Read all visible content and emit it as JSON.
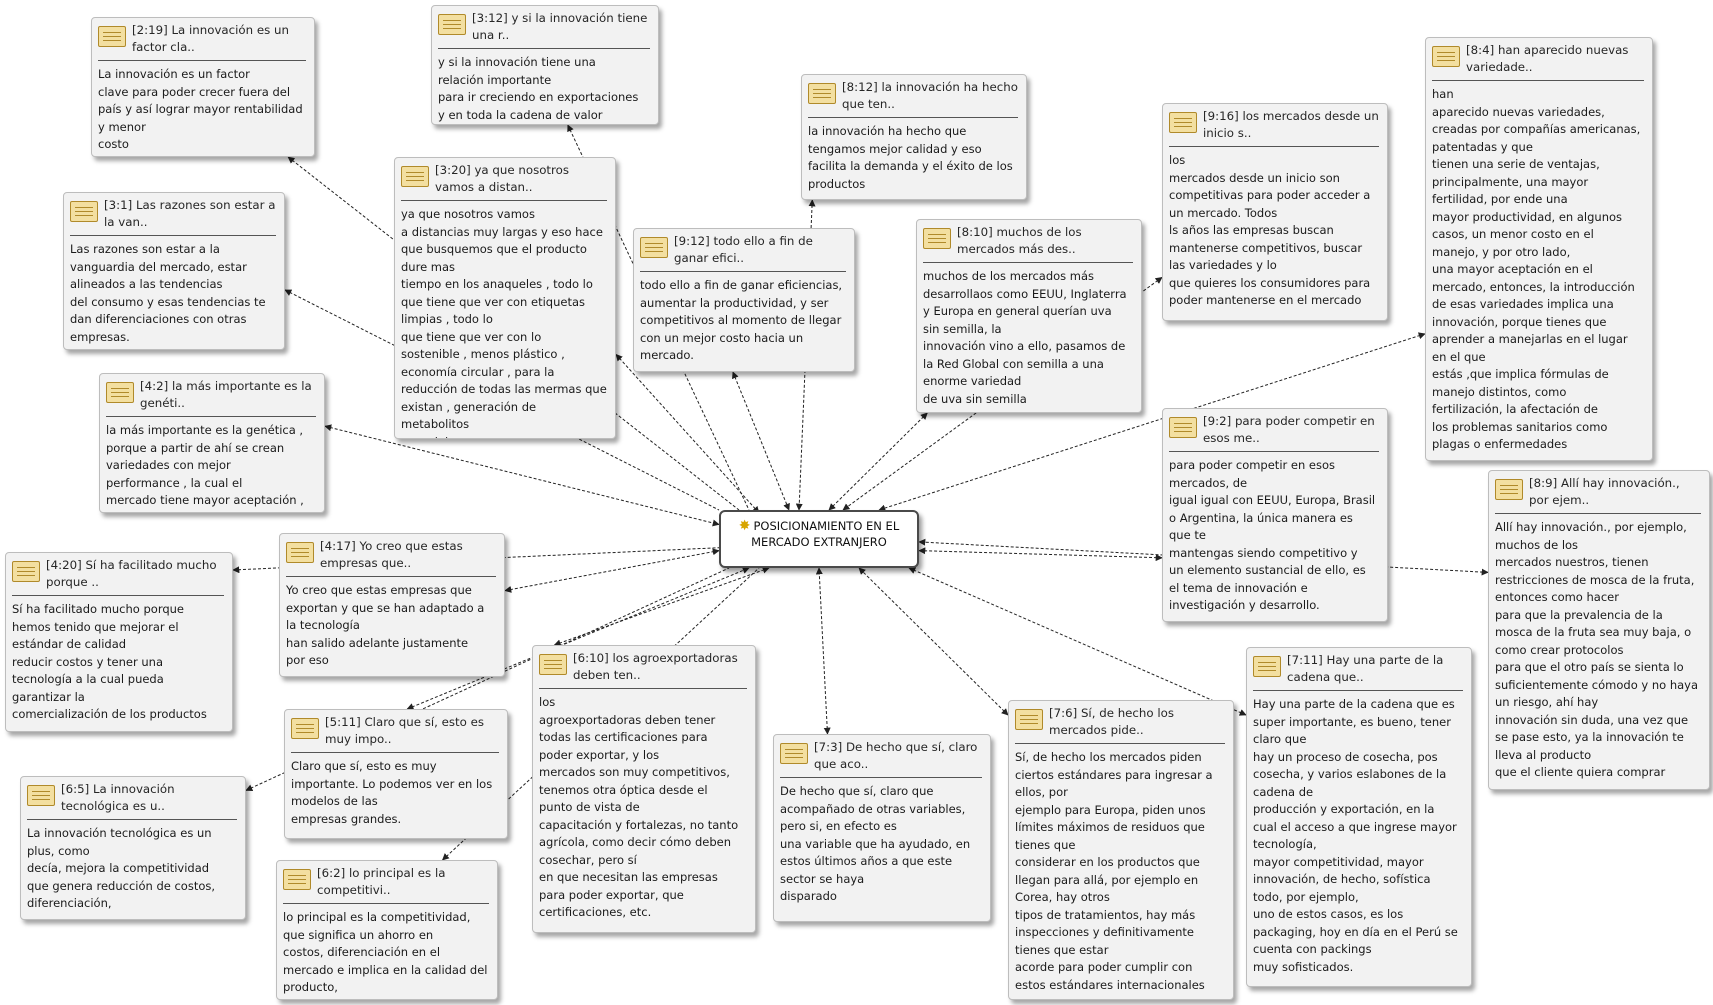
{
  "center": {
    "label": "POSICIONAMIENTO EN EL MERCADO EXTRANJERO",
    "icon": "star-icon"
  },
  "quotes": [
    {
      "id": "2-19",
      "title": "[2:19] La innovación es un factor cla..",
      "body": "La innovación es un factor\nclave para poder crecer fuera del\npaís y así lograr mayor rentabilidad\ny menor\ncosto"
    },
    {
      "id": "3-12",
      "title": "[3:12] y si la innovación tiene una r..",
      "body": "y si la innovación tiene una\nrelación  importante\npara ir creciendo en exportaciones\ny en toda la cadena de valor"
    },
    {
      "id": "8-12",
      "title": "[8:12] la innovación ha hecho que ten..",
      "body": "la innovación ha hecho que\ntengamos mejor calidad y eso\nfacilita la demanda y el éxito de los\nproductos"
    },
    {
      "id": "9-16",
      "title": "[9:16] los mercados desde un inicio s..",
      "body": "los\nmercados desde un inicio son\ncompetitivas para poder acceder a\nun mercado. Todos\nls años las empresas buscan\nmantenerse competitivos, buscar\nlas variedades y lo\nque quieres los consumidores para\npoder mantenerse en el mercado"
    },
    {
      "id": "8-4",
      "title": "[8:4] han aparecido nuevas variedade..",
      "body": "han\naparecido nuevas variedades,\ncreadas por compañías americanas,\npatentadas y que\ntienen una serie de ventajas,\nprincipalmente, una mayor\nfertilidad, por ende una\nmayor productividad, en algunos\ncasos, un menor costo en el\nmanejo, y por otro lado,\nuna mayor aceptación en el\nmercado, entonces, la introducción\nde esas variedades implica una\ninnovación, porque tienes que\naprender a manejarlas en el lugar\nen el que\nestás ,que implica fórmulas de\nmanejo distintos, como\nfertilización, la afectación de\nlos problemas sanitarios como\nplagas o enfermedades"
    },
    {
      "id": "3-1",
      "title": "[3:1] Las razones son estar a la van..",
      "body": "Las razones son estar a la\nvanguardia del mercado, estar\nalineados a las tendencias\ndel consumo y esas tendencias te\ndan diferenciaciones con otras\nempresas."
    },
    {
      "id": "3-20",
      "title": "[3:20] ya que nosotros vamos a distan..",
      "body": "ya que nosotros vamos\na  distancias muy largas y eso hace\nque busquemos que el producto\ndure mas\ntiempo en los anaqueles , todo lo\nque tiene que ver con etiquetas\nlimpias ,  todo lo\nque tiene que ver con lo\nsostenible , menos plástico ,\neconomía circular ,  para la\nreducción de todas las mermas que\nexistan , generación de metabolitos\nespeciales."
    },
    {
      "id": "9-12",
      "title": "[9:12] todo ello a fin de ganar efici..",
      "body": "todo ello a fin de ganar eficiencias,\naumentar la productividad, y ser\ncompetitivos al momento de llegar\ncon un mejor costo hacia un\nmercado."
    },
    {
      "id": "8-10",
      "title": "[8:10] muchos de los mercados más des..",
      "body": "muchos de los mercados más\ndesarrollaos como EEUU, Inglaterra\ny Europa en general querían uva\nsin semilla, la\ninnovación vino a ello, pasamos de\nla Red Global  con semilla a una\nenorme  variedad\nde uva sin semilla"
    },
    {
      "id": "4-2",
      "title": "[4:2] la más importante es la genéti..",
      "body": "la más importante es la genética ,\nporque a partir de ahí se crean\nvariedades con mejor\nperformance , la cual el\nmercado tiene mayor aceptación ,"
    },
    {
      "id": "9-2",
      "title": "[9:2] para poder competir en esos me..",
      "body": "para poder competir en esos\nmercados, de\nigual igual con EEUU, Europa, Brasil\no Argentina, la única manera es\nque te\nmantengas siendo competitivo y\nun elemento sustancial de ello, es\nel tema de innovación e\ninvestigación y desarrollo."
    },
    {
      "id": "8-9",
      "title": "[8:9] Allí hay innovación., por ejem..",
      "body": "Allí hay innovación., por ejemplo,\nmuchos de los\nmercados nuestros, tienen\nrestricciones de mosca de la fruta,\nentonces como hacer\npara que la prevalencia de la\nmosca de la fruta sea muy baja, o\ncomo crear protocolos\npara que el otro país se sienta lo\nsuficientemente cómodo y no haya\nun riesgo, ahí hay\ninnovación sin duda, una vez que\nse pase esto, ya la innovación te\nlleva al producto\nque el cliente quiera comprar"
    },
    {
      "id": "4-17",
      "title": "[4:17] Yo creo que estas empresas que..",
      "body": "Yo creo que estas empresas que\nexportan y que se han adaptado a\nla tecnología\nhan salido adelante justamente\npor eso"
    },
    {
      "id": "4-20",
      "title": "[4:20] Sí ha facilitado mucho porque ..",
      "body": "Sí ha facilitado mucho porque\nhemos tenido que mejorar el\nestándar de calidad\nreducir costos y tener una\ntecnología a la cual pueda\ngarantizar  la\ncomercialización de los productos"
    },
    {
      "id": "6-10",
      "title": "[6:10] los agroexportadoras deben ten..",
      "body": "los\nagroexportadoras deben tener\ntodas las certificaciones para\npoder exportar, y los\nmercados son muy competitivos,\ntenemos otra óptica desde el\npunto de vista de\ncapacitación y fortalezas, no tanto\nagrícola, como decir cómo deben\ncosechar, pero sí\nen que necesitan las empresas\npara poder exportar, que\ncertificaciones, etc."
    },
    {
      "id": "7-11",
      "title": "[7:11] Hay una parte de la cadena que..",
      "body": "Hay una parte de la cadena que es\nsuper importante, es bueno, tener\nclaro que\nhay un proceso de cosecha, pos\ncosecha, y varios eslabones de la\ncadena de\nproducción y exportación, en la\ncual el acceso a que ingrese mayor\ntecnología,\nmayor competitividad, mayor\ninnovación, de hecho, sofística\ntodo, por ejemplo,\nuno de estos casos, es los\npackaging, hoy en día en el Perú se\ncuenta con packings\nmuy sofisticados."
    },
    {
      "id": "5-11",
      "title": "[5:11] Claro que sí, esto es muy impo..",
      "body": "Claro que sí, esto es muy\nimportante. Lo podemos ver en los\nmodelos de las\nempresas grandes."
    },
    {
      "id": "7-6",
      "title": "[7:6] Sí, de hecho los mercados pide..",
      "body": "Sí, de hecho los mercados piden\nciertos estándares para ingresar a\nellos, por\nejemplo para Europa, piden unos\nlímites máximos de residuos que\ntienes que\nconsiderar en los productos que\nllegan para allá, por ejemplo en\nCorea, hay otros\ntipos de tratamientos, hay más\ninspecciones y definitivamente\ntienes que estar\nacorde para poder cumplir con\nestos estándares internacionales"
    },
    {
      "id": "7-3",
      "title": "[7:3] De hecho que sí, claro que aco..",
      "body": "De hecho que sí, claro que\nacompañado de otras variables,\npero si, en efecto es\nuna variable que ha ayudado, en\nestos últimos años a que este\nsector se haya\ndisparado"
    },
    {
      "id": "6-5",
      "title": "[6:5] La innovación tecnológica es u..",
      "body": "La innovación tecnológica es un\nplus, como\ndecía, mejora la competitividad\nque genera reducción de costos,\ndiferenciación,"
    },
    {
      "id": "6-2",
      "title": "[6:2] lo principal es la competitivi..",
      "body": "lo principal es la competitividad,\nque significa un ahorro en\ncostos, diferenciación en el\nmercado e implica en la calidad del\nproducto,"
    }
  ]
}
